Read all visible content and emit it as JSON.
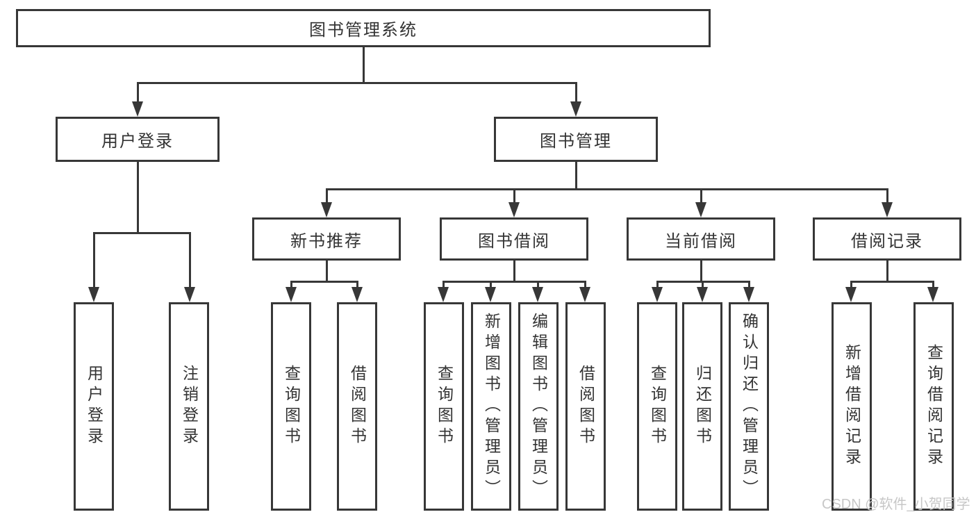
{
  "diagram": {
    "root": {
      "label": "图书管理系统"
    },
    "branches": [
      {
        "label": "用户登录",
        "children": [
          {
            "label": "用户登录"
          },
          {
            "label": "注销登录"
          }
        ]
      },
      {
        "label": "图书管理",
        "groups": [
          {
            "label": "新书推荐",
            "children": [
              {
                "label": "查询图书"
              },
              {
                "label": "借阅图书"
              }
            ]
          },
          {
            "label": "图书借阅",
            "children": [
              {
                "label": "查询图书"
              },
              {
                "label": "新增图书（管理员）"
              },
              {
                "label": "编辑图书（管理员）"
              },
              {
                "label": "借阅图书"
              }
            ]
          },
          {
            "label": "当前借阅",
            "children": [
              {
                "label": "查询图书"
              },
              {
                "label": "归还图书"
              },
              {
                "label": "确认归还（管理员）"
              }
            ]
          },
          {
            "label": "借阅记录",
            "children": [
              {
                "label": "新增借阅记录"
              },
              {
                "label": "查询借阅记录"
              }
            ]
          }
        ]
      }
    ]
  },
  "watermark": {
    "text": "CSDN @软件_小贺同学"
  },
  "colors": {
    "line": "#373737",
    "text": "#333333",
    "watermark": "#c7c7c7",
    "background": "#ffffff"
  }
}
